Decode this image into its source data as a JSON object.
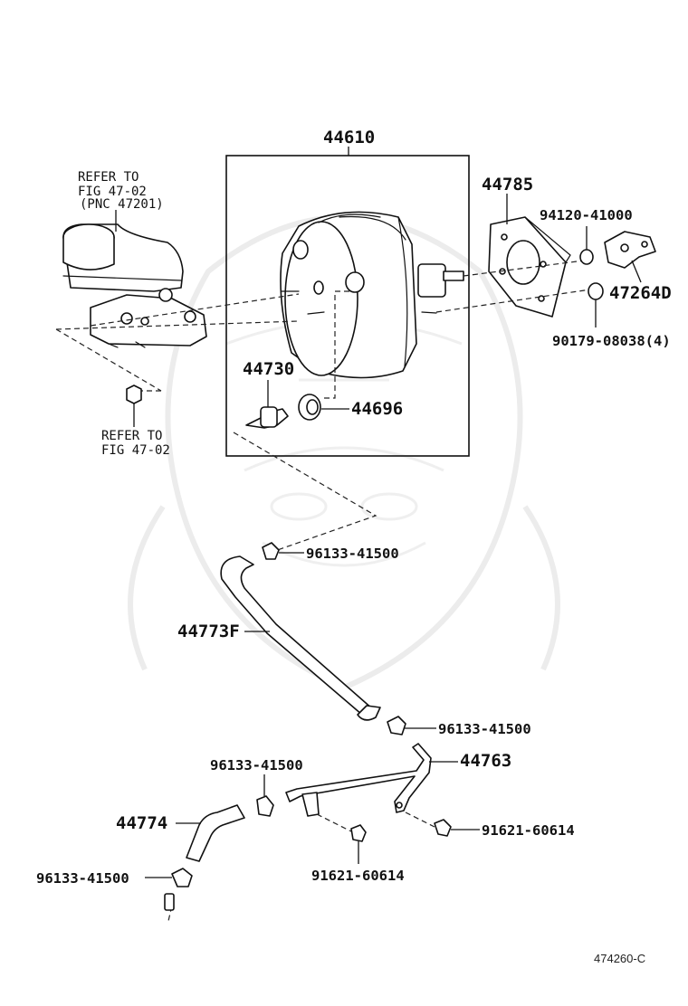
{
  "parts": {
    "booster": "44610",
    "master_cyl_ref1_line1": "REFER TO",
    "master_cyl_ref1_line2": "FIG 47-02",
    "master_cyl_ref1_line3": "(PNC 47201)",
    "nut_ref_line1": "REFER TO",
    "nut_ref_line2": "FIG 47-02",
    "check_valve": "44730",
    "grommet": "44696",
    "gasket": "44785",
    "nut_94120": "94120-41000",
    "bracket_47264d": "47264D",
    "nut_90179": "90179-08038(4)",
    "clip_top": "96133-41500",
    "hose_44773f": "44773F",
    "clip_mid": "96133-41500",
    "pipe_44763": "44763",
    "clip_lower": "96133-41500",
    "hose_44774": "44774",
    "clip_bottom": "96133-41500",
    "bolt_right": "91621-60614",
    "bolt_mid": "91621-60614"
  },
  "figure_ref": "474260-C"
}
